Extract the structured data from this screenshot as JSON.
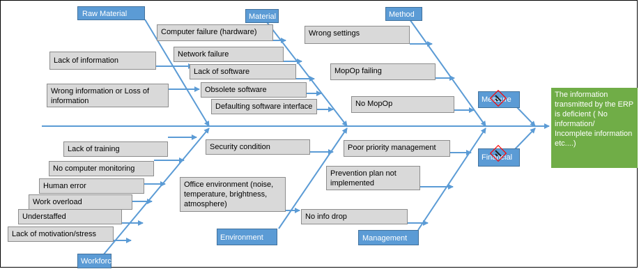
{
  "effect": "The information transmitted by the ERP is deficient ( No information/ Incomplete information etc....)",
  "categories": {
    "raw_material": "Raw Material",
    "material": "Material",
    "method": "Method",
    "measure": "Measure",
    "financial": "Financial",
    "workforce": "Workforce",
    "environment": "Environment",
    "management": "Management"
  },
  "causes": {
    "raw_material": [
      "Lack of information",
      "Wrong information or Loss of information"
    ],
    "material": [
      "Computer failure (hardware)",
      "Network failure",
      "Lack of software",
      "Obsolete software",
      "Defaulting software interface"
    ],
    "method": [
      "Wrong settings",
      "MopOp failing",
      "No MopOp"
    ],
    "workforce": [
      "Lack of training",
      "No computer monitoring",
      "Human error",
      "Work overload",
      "Understaffed",
      "Lack of motivation/stress"
    ],
    "environment": [
      "Security condition",
      "Office environment (noise, temperature, brightness, atmosphere)"
    ],
    "management": [
      "Poor priority management",
      "Prevention plan not implemented",
      "No info drop"
    ]
  },
  "colors": {
    "category_fill": "#5b9bd5",
    "cause_fill": "#d9d9d9",
    "effect_fill": "#70ad47",
    "arrow": "#5b9bd5",
    "marker": "#ff0000"
  }
}
